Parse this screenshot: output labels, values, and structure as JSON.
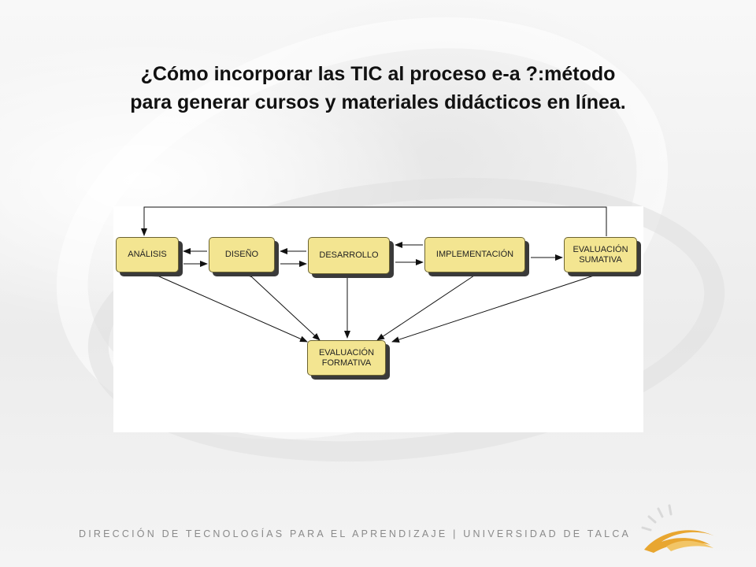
{
  "slide": {
    "title_line1": "¿Cómo incorporar las TIC al proceso e-a ?:método",
    "title_line2": "para generar cursos y materiales didácticos en línea.",
    "footer": "DIRECCIÓN DE TECNOLOGÍAS PARA EL APRENDIZAJE | UNIVERSIDAD DE TALCA"
  },
  "diagram": {
    "nodes": {
      "analisis": "ANÁLISIS",
      "diseno": "DISEÑO",
      "desarrollo": "DESARROLLO",
      "implementacion": "IMPLEMENTACIÓN",
      "sumativa_line1": "EVALUACIÓN",
      "sumativa_line2": "SUMATIVA",
      "formativa_line1": "EVALUACIÓN",
      "formativa_line2": "FORMATIVA"
    }
  },
  "colors": {
    "box_fill": "#f3e591",
    "box_border": "#6b6330",
    "arrow": "#111111",
    "logo_accent": "#e8a630"
  },
  "logo": {
    "icon": "university-sun-logo"
  }
}
